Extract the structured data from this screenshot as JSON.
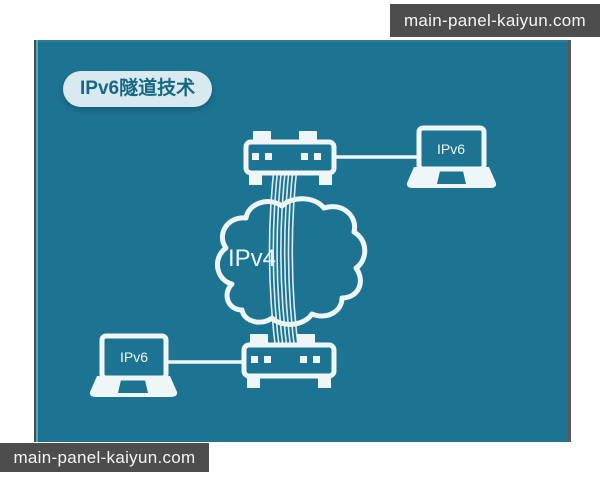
{
  "watermarks": {
    "top": "main-panel-kaiyun.com",
    "bottom": "main-panel-kaiyun.com"
  },
  "panel": {
    "title_badge": "IPv6隧道技术"
  },
  "diagram": {
    "cloud": {
      "label": "IPv4"
    },
    "laptop_top_right": {
      "label": "IPv6"
    },
    "laptop_bottom_left": {
      "label": "IPv6"
    },
    "tunnel": {
      "line_count": 7
    }
  },
  "colors": {
    "panel_teal": "#1d7492",
    "diagram_white": "#eef6f8",
    "badge_bg": "#d8e9ef",
    "badge_text": "#176884",
    "watermark_bg": "#4d4d4d",
    "watermark_text": "#f5f5f5"
  }
}
